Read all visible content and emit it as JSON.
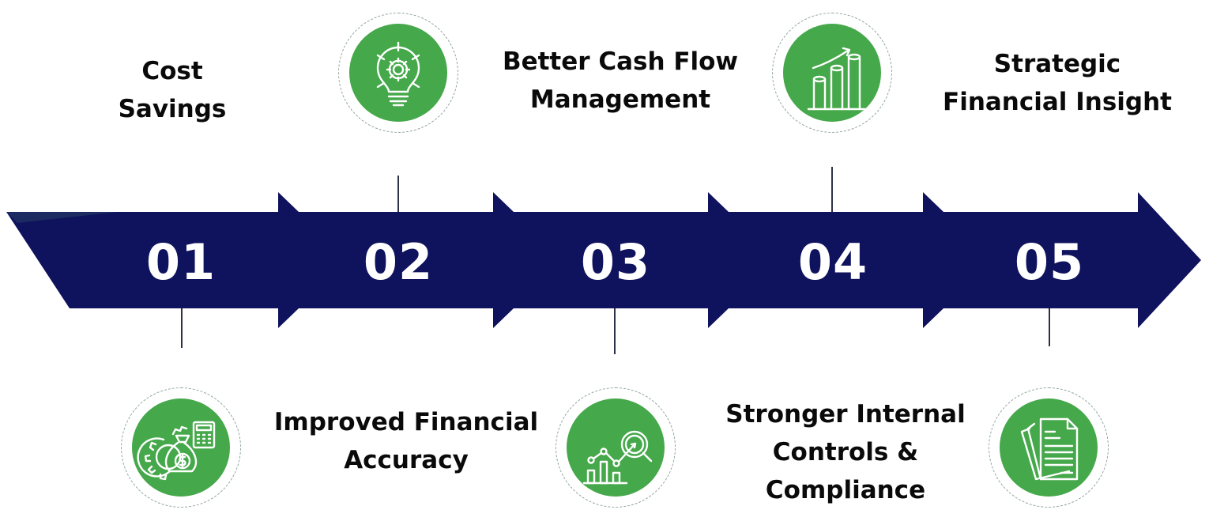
{
  "diagram": {
    "type": "process-timeline",
    "colors": {
      "arrow": "#0f125c",
      "icon_circle": "#45a84a",
      "icon_stroke": "#ffffff",
      "dashed_ring": "#8fa59a",
      "connector": "#2d3348",
      "label_text": "#0a0a0a",
      "number_text": "#ffffff"
    },
    "steps": [
      {
        "number": "01",
        "title_lines": [
          "Cost",
          "Savings"
        ],
        "title": "Cost Savings",
        "label_position": "top",
        "icon": "money-bag-gear-calculator-icon",
        "icon_position": "bottom"
      },
      {
        "number": "02",
        "title_lines": [
          "Improved Financial",
          "Accuracy"
        ],
        "title": "Improved Financial Accuracy",
        "label_position": "bottom",
        "icon": "lightbulb-gear-icon",
        "icon_position": "top"
      },
      {
        "number": "03",
        "title_lines": [
          "Better Cash Flow",
          "Management"
        ],
        "title": "Better Cash Flow Management",
        "label_position": "top",
        "icon": "chart-magnifier-icon",
        "icon_position": "bottom"
      },
      {
        "number": "04",
        "title_lines": [
          "Stronger Internal",
          "Controls &",
          "Compliance"
        ],
        "title": "Stronger Internal Controls & Compliance",
        "label_position": "bottom",
        "icon": "growth-bar-chart-icon",
        "icon_position": "top"
      },
      {
        "number": "05",
        "title_lines": [
          "Strategic",
          "Financial Insight"
        ],
        "title": "Strategic Financial Insight",
        "label_position": "top",
        "icon": "document-stack-icon",
        "icon_position": "bottom"
      }
    ]
  }
}
